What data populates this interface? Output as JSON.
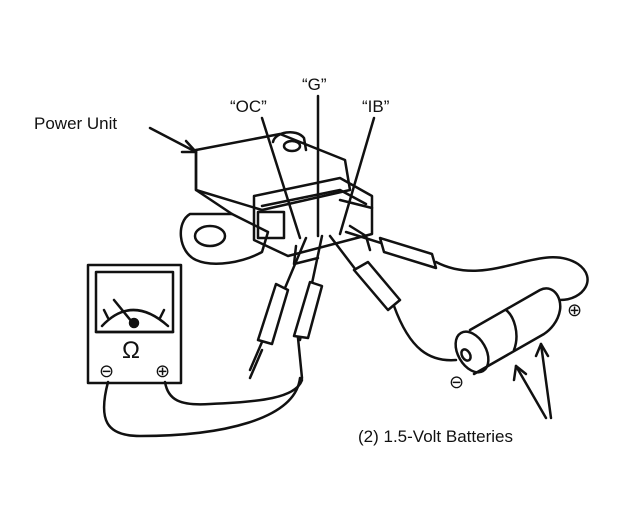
{
  "labels": {
    "power_unit": "Power Unit",
    "oc_terminal": "“OC”",
    "g_terminal": "“G”",
    "ib_terminal": "“IB”",
    "batteries": "(2) 1.5-Volt Batteries"
  },
  "symbols": {
    "ohm": "Ω",
    "meter_negative": "⊖",
    "meter_positive": "⊕",
    "battery_negative": "⊖",
    "battery_positive": "⊕"
  },
  "colors": {
    "ink": "#111111",
    "paper": "#ffffff"
  }
}
